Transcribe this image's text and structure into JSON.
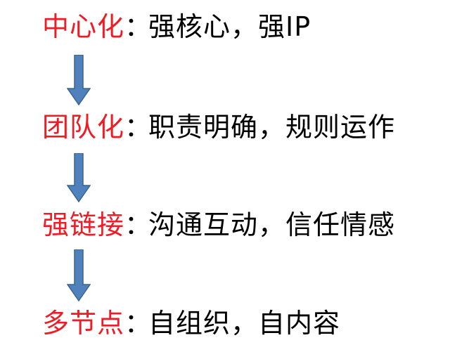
{
  "steps": [
    {
      "key": "中心化",
      "separator": "：",
      "desc": "强核心，强IP"
    },
    {
      "key": "团队化",
      "separator": "：",
      "desc": "职责明确，规则运作"
    },
    {
      "key": "强链接",
      "separator": "：",
      "desc": "沟通互动，信任情感"
    },
    {
      "key": "多节点",
      "separator": "：",
      "desc": "自组织，自内容"
    }
  ],
  "colors": {
    "key": "#ee1c24",
    "text": "#000000",
    "arrow_fill": "#4f81bd",
    "arrow_stroke": "#3a6391"
  },
  "icons": {
    "arrow": "down-arrow-icon"
  }
}
